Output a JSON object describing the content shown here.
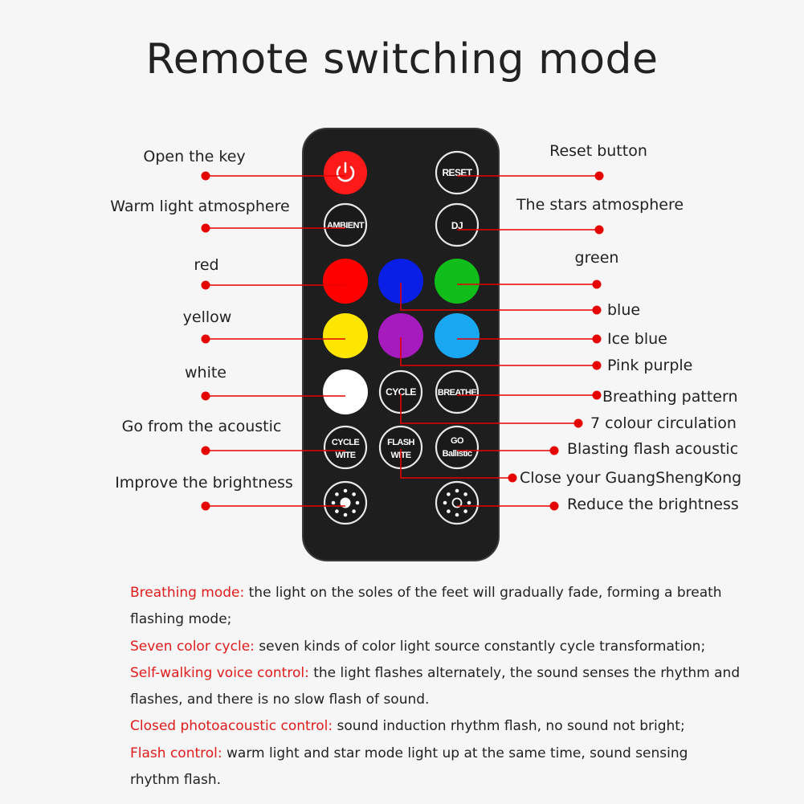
{
  "title": "Remote switching mode",
  "colors": {
    "accent": "#e60000",
    "remote_body": "#1e1e1e",
    "red": "#ff0000",
    "blue": "#0a1fe6",
    "green": "#10bd1a",
    "yellow": "#ffe600",
    "purple": "#a51bbd",
    "ice_blue": "#1aa7f2",
    "white": "#ffffff"
  },
  "buttons": {
    "reset": "RESET",
    "ambient": "AMBIENT",
    "dj": "DJ",
    "cycle": "CYCLE",
    "breathe": "BREATHE",
    "cycle_wite_1": "CYCLE",
    "cycle_wite_2": "WITE",
    "flash_wite_1": "FLASH",
    "flash_wite_2": "WITE",
    "go_ballistic_1": "GO",
    "go_ballistic_2": "Ballistic"
  },
  "labels": {
    "open_key": "Open the key",
    "warm_light": "Warm light atmosphere",
    "red": "red",
    "yellow": "yellow",
    "white": "white",
    "go_acoustic": "Go from the acoustic",
    "improve_brightness": "Improve the brightness",
    "reset_button": "Reset button",
    "stars": "The stars atmosphere",
    "green": "green",
    "blue": "blue",
    "ice_blue": "Ice blue",
    "pink_purple": "Pink purple",
    "breathing_pattern": "Breathing pattern",
    "seven_colour": "7 colour circulation",
    "blasting_flash": "Blasting flash acoustic",
    "close_guang": "Close your GuangShengKong",
    "reduce_brightness": "Reduce the brightness"
  },
  "notes": [
    {
      "term": "Breathing mode:",
      "text": " the light on the soles of the feet will gradually fade, forming a breath flashing mode;"
    },
    {
      "term": "Seven color cycle:",
      "text": " seven kinds of color light source constantly cycle transformation;"
    },
    {
      "term": "Self-walking voice control:",
      "text": " the light flashes alternately, the sound senses the rhythm and flashes, and there is no slow flash of sound."
    },
    {
      "term": "Closed photoacoustic control:",
      "text": " sound induction rhythm flash, no sound not bright;"
    },
    {
      "term": "Flash control:",
      "text": " warm light and star mode light up at the same time, sound sensing rhythm flash."
    }
  ]
}
